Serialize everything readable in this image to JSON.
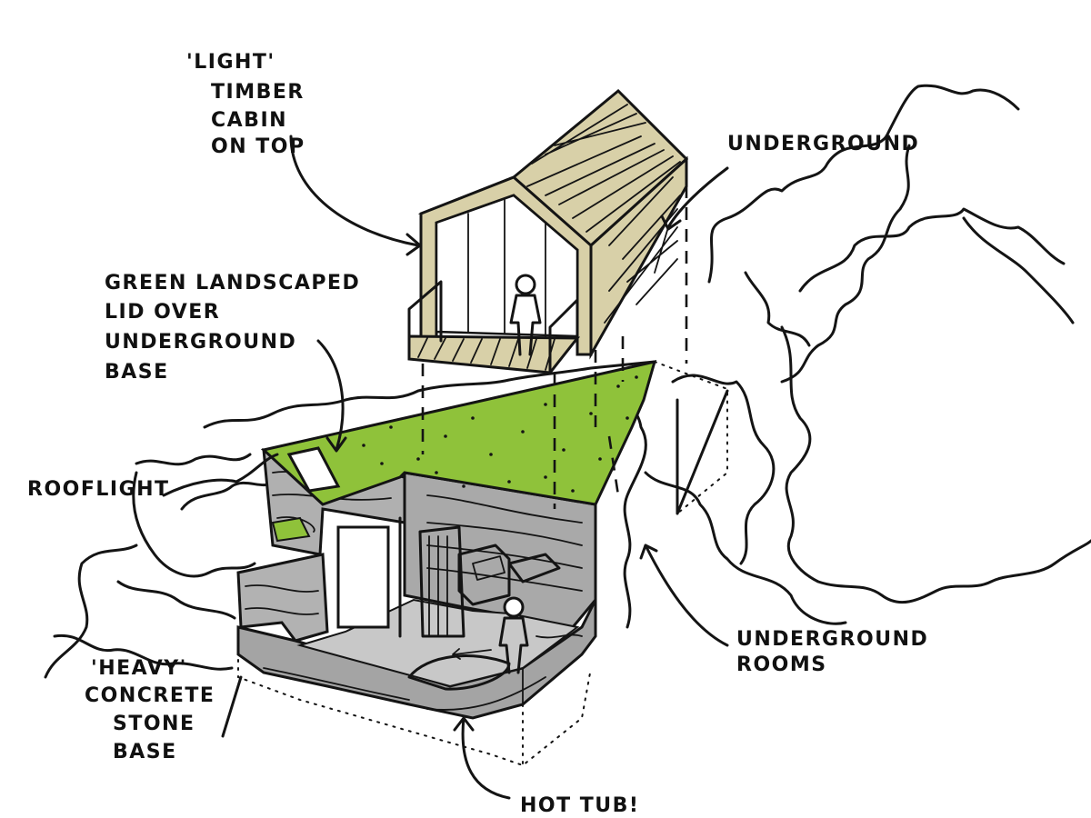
{
  "colors": {
    "ink": "#141414",
    "timber": "#d8d0a8",
    "green_roof": "#8fc23a",
    "concrete": "#a9a9a9",
    "concrete_light": "#c4c4c4",
    "paper": "#ffffff"
  },
  "labels": {
    "cabin": [
      "'LIGHT'",
      "TIMBER",
      "CABIN",
      "ON TOP"
    ],
    "underground_top": [
      "UNDERGROUND"
    ],
    "green_lid": [
      "GREEN LANDSCAPED",
      "LID OVER",
      "UNDERGROUND",
      "BASE"
    ],
    "rooflight": [
      "ROOFLIGHT"
    ],
    "underground_rooms": [
      "UNDERGROUND",
      "ROOMS"
    ],
    "heavy_base": [
      "'HEAVY'",
      "CONCRETE",
      "STONE",
      "BASE"
    ],
    "hot_tub": [
      "HOT TUB!"
    ]
  }
}
